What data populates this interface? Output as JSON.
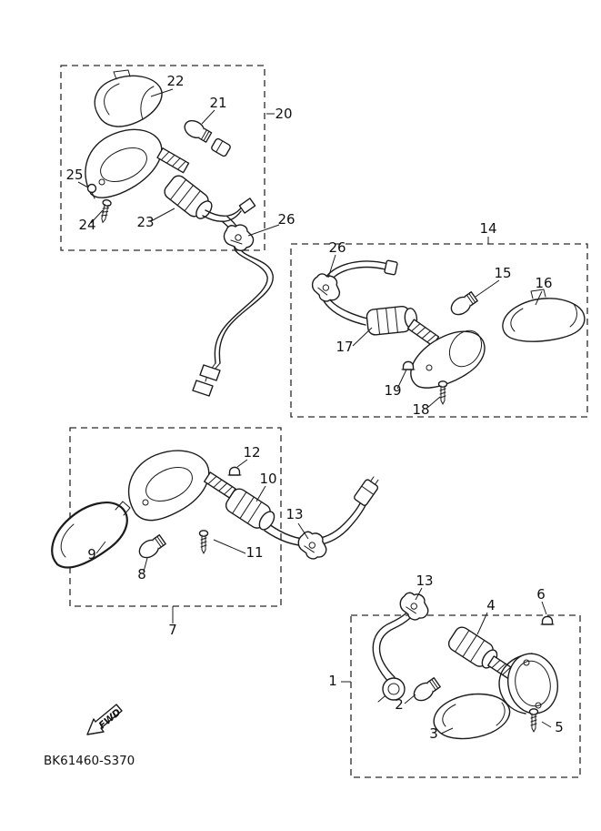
{
  "part_code": "BK61460-S370",
  "fwd_label": "FWD",
  "colors": {
    "line": "#1c1c1c",
    "background": "#ffffff"
  },
  "callouts": [
    {
      "n": "22"
    },
    {
      "n": "21"
    },
    {
      "n": "20"
    },
    {
      "n": "25"
    },
    {
      "n": "24"
    },
    {
      "n": "23"
    },
    {
      "n": "26"
    },
    {
      "n": "26"
    },
    {
      "n": "14"
    },
    {
      "n": "15"
    },
    {
      "n": "16"
    },
    {
      "n": "17"
    },
    {
      "n": "19"
    },
    {
      "n": "18"
    },
    {
      "n": "12"
    },
    {
      "n": "10"
    },
    {
      "n": "9"
    },
    {
      "n": "8"
    },
    {
      "n": "11"
    },
    {
      "n": "13"
    },
    {
      "n": "13"
    },
    {
      "n": "4"
    },
    {
      "n": "6"
    },
    {
      "n": "1"
    },
    {
      "n": "2"
    },
    {
      "n": "3"
    },
    {
      "n": "5"
    },
    {
      "n": "7"
    }
  ]
}
